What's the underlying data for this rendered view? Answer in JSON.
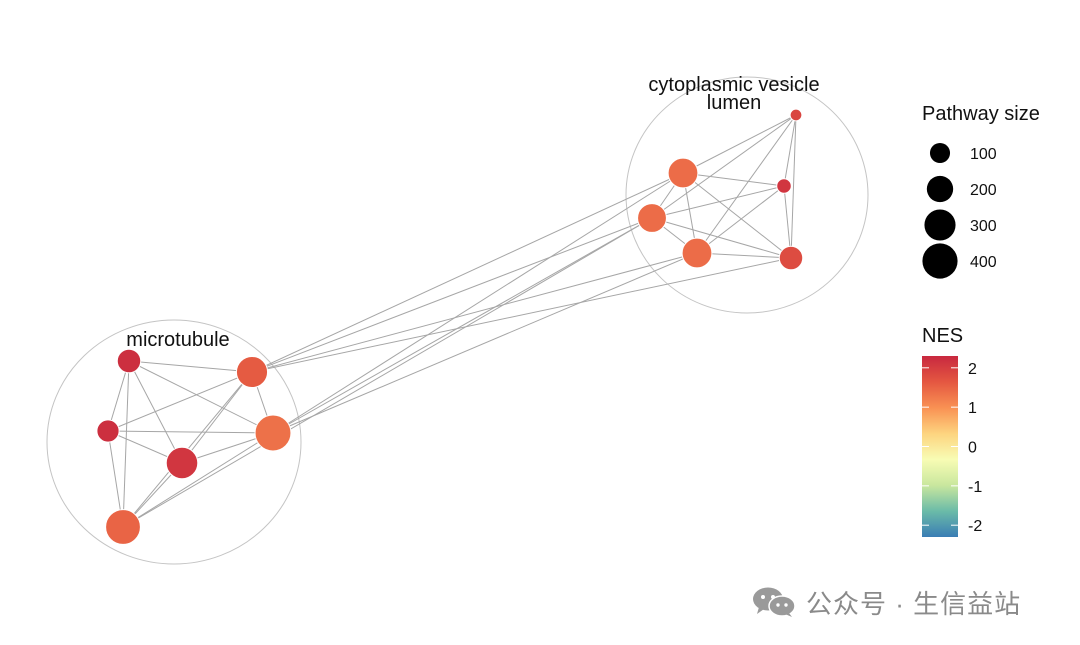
{
  "clusters": [
    {
      "id": "vesicle",
      "label_lines": [
        "cytoplasmic vesicle",
        "lumen"
      ]
    },
    {
      "id": "microtubule",
      "label_lines": [
        "microtubule"
      ]
    }
  ],
  "nodes": [
    {
      "id": "m1",
      "cluster": "microtubule",
      "nes": 2.2,
      "size": 150
    },
    {
      "id": "m2",
      "cluster": "microtubule",
      "nes": 1.6,
      "size": 300
    },
    {
      "id": "m3",
      "cluster": "microtubule",
      "nes": 2.2,
      "size": 130
    },
    {
      "id": "m4",
      "cluster": "microtubule",
      "nes": 1.35,
      "size": 420
    },
    {
      "id": "m5",
      "cluster": "microtubule",
      "nes": 2.1,
      "size": 310
    },
    {
      "id": "m6",
      "cluster": "microtubule",
      "nes": 1.5,
      "size": 390
    },
    {
      "id": "v1",
      "cluster": "vesicle",
      "nes": 1.9,
      "size": 20
    },
    {
      "id": "v2",
      "cluster": "vesicle",
      "nes": 1.4,
      "size": 270
    },
    {
      "id": "v3",
      "cluster": "vesicle",
      "nes": 2.1,
      "size": 40
    },
    {
      "id": "v4",
      "cluster": "vesicle",
      "nes": 1.4,
      "size": 250
    },
    {
      "id": "v5",
      "cluster": "vesicle",
      "nes": 1.4,
      "size": 270
    },
    {
      "id": "v6",
      "cluster": "vesicle",
      "nes": 1.8,
      "size": 150
    }
  ],
  "edges": [
    [
      "m1",
      "m2"
    ],
    [
      "m1",
      "m3"
    ],
    [
      "m1",
      "m4"
    ],
    [
      "m1",
      "m5"
    ],
    [
      "m1",
      "m6"
    ],
    [
      "m2",
      "m3"
    ],
    [
      "m2",
      "m4"
    ],
    [
      "m2",
      "m5"
    ],
    [
      "m2",
      "m6"
    ],
    [
      "m3",
      "m4"
    ],
    [
      "m3",
      "m5"
    ],
    [
      "m3",
      "m6"
    ],
    [
      "m4",
      "m5"
    ],
    [
      "m4",
      "m6"
    ],
    [
      "m5",
      "m6"
    ],
    [
      "v1",
      "v2"
    ],
    [
      "v1",
      "v3"
    ],
    [
      "v1",
      "v4"
    ],
    [
      "v1",
      "v5"
    ],
    [
      "v1",
      "v6"
    ],
    [
      "v2",
      "v3"
    ],
    [
      "v2",
      "v4"
    ],
    [
      "v2",
      "v5"
    ],
    [
      "v2",
      "v6"
    ],
    [
      "v3",
      "v4"
    ],
    [
      "v3",
      "v5"
    ],
    [
      "v3",
      "v6"
    ],
    [
      "v4",
      "v6"
    ],
    [
      "v5",
      "v6"
    ],
    [
      "v4",
      "v5"
    ],
    [
      "m2",
      "v2"
    ],
    [
      "m2",
      "v4"
    ],
    [
      "m2",
      "v5"
    ],
    [
      "m2",
      "v6"
    ],
    [
      "m4",
      "v2"
    ],
    [
      "m4",
      "v4"
    ],
    [
      "m4",
      "v5"
    ],
    [
      "m6",
      "v4"
    ]
  ],
  "legend": {
    "size_title": "Pathway size",
    "size_entries": [
      {
        "label": "100",
        "value": 100
      },
      {
        "label": "200",
        "value": 200
      },
      {
        "label": "300",
        "value": 300
      },
      {
        "label": "400",
        "value": 400
      }
    ],
    "nes_title": "NES",
    "nes_ticks": [
      {
        "label": "2",
        "value": 2
      },
      {
        "label": "1",
        "value": 1
      },
      {
        "label": "0",
        "value": 0
      },
      {
        "label": "-1",
        "value": -1
      },
      {
        "label": "-2",
        "value": -2
      }
    ],
    "nes_range": [
      -2.3,
      2.3
    ]
  },
  "colors": {
    "scale": [
      "#3a7db4",
      "#6bbba8",
      "#c9e79e",
      "#f8fcb4",
      "#fdd47f",
      "#f99153",
      "#e45741",
      "#c8283f"
    ],
    "node_stroke": "#ffffff",
    "edge": "#a6a6a6",
    "ring": "#c4c4c4"
  },
  "watermark": {
    "icon": "wechat-icon",
    "text": "公众号 · 生信益站"
  }
}
